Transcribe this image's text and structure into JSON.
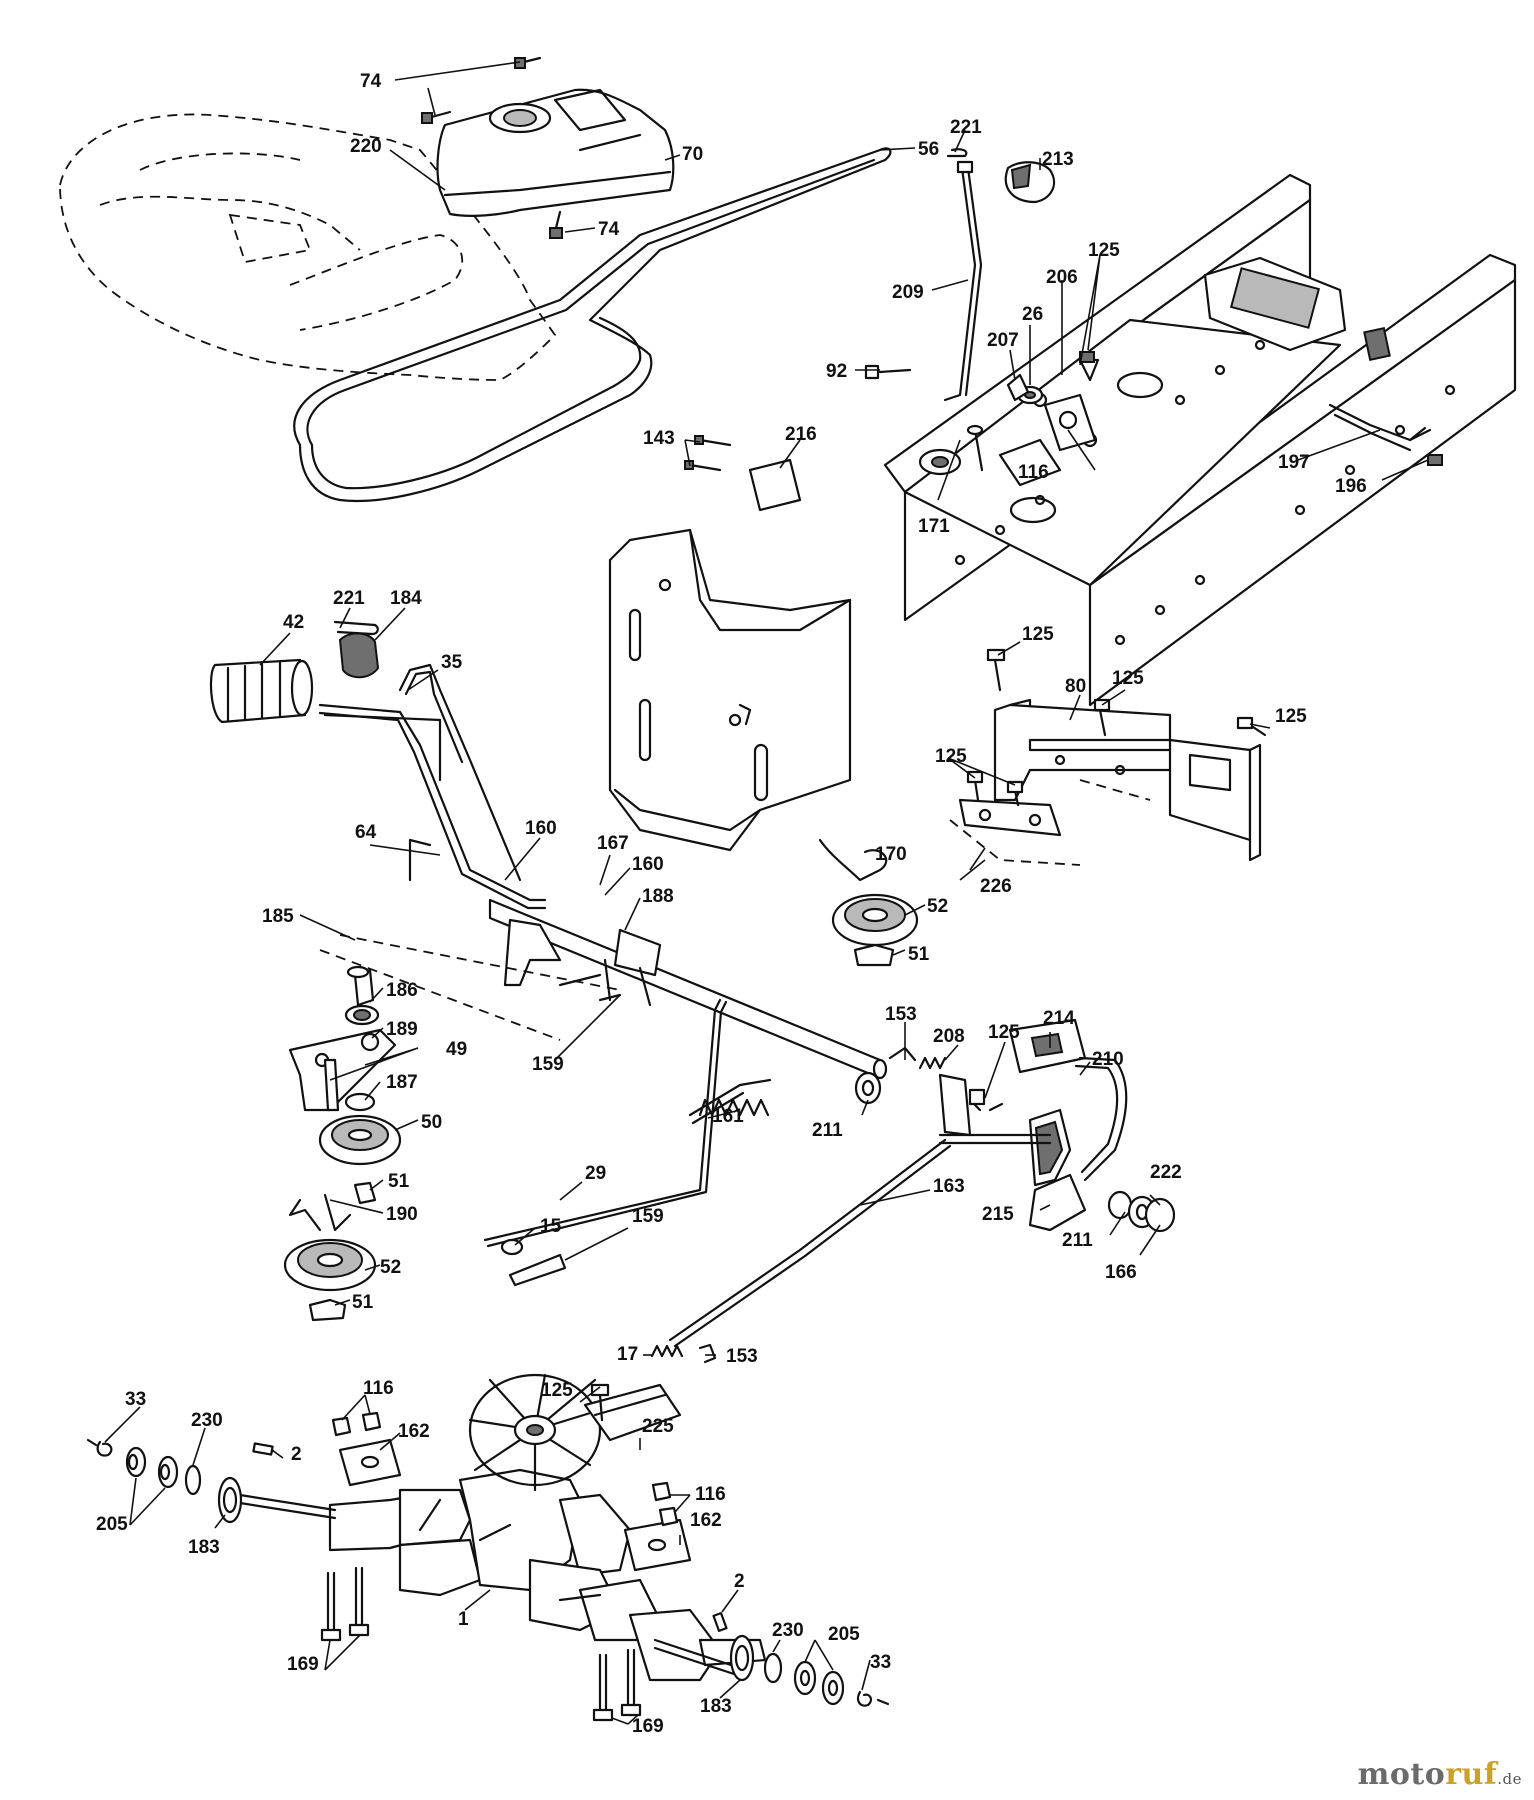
{
  "callouts": [
    {
      "id": "c74a",
      "label": "74"
    },
    {
      "id": "c220",
      "label": "220"
    },
    {
      "id": "c70",
      "label": "70"
    },
    {
      "id": "c74b",
      "label": "74"
    },
    {
      "id": "c56",
      "label": "56"
    },
    {
      "id": "c221a",
      "label": "221"
    },
    {
      "id": "c213",
      "label": "213"
    },
    {
      "id": "c125a",
      "label": "125"
    },
    {
      "id": "c206",
      "label": "206"
    },
    {
      "id": "c26",
      "label": "26"
    },
    {
      "id": "c209",
      "label": "209"
    },
    {
      "id": "c207",
      "label": "207"
    },
    {
      "id": "c92",
      "label": "92"
    },
    {
      "id": "c216",
      "label": "216"
    },
    {
      "id": "c143",
      "label": "143"
    },
    {
      "id": "c116a",
      "label": "116"
    },
    {
      "id": "c171",
      "label": "171"
    },
    {
      "id": "c197",
      "label": "197"
    },
    {
      "id": "c196",
      "label": "196"
    },
    {
      "id": "c221b",
      "label": "221"
    },
    {
      "id": "c184",
      "label": "184"
    },
    {
      "id": "c42",
      "label": "42"
    },
    {
      "id": "c35",
      "label": "35"
    },
    {
      "id": "c125b",
      "label": "125"
    },
    {
      "id": "c80",
      "label": "80"
    },
    {
      "id": "c125c",
      "label": "125"
    },
    {
      "id": "c125d",
      "label": "125"
    },
    {
      "id": "c125e",
      "label": "125"
    },
    {
      "id": "c64",
      "label": "64"
    },
    {
      "id": "c160a",
      "label": "160"
    },
    {
      "id": "c167",
      "label": "167"
    },
    {
      "id": "c160b",
      "label": "160"
    },
    {
      "id": "c170",
      "label": "170"
    },
    {
      "id": "c188",
      "label": "188"
    },
    {
      "id": "c226",
      "label": "226"
    },
    {
      "id": "c52a",
      "label": "52"
    },
    {
      "id": "c185",
      "label": "185"
    },
    {
      "id": "c51a",
      "label": "51"
    },
    {
      "id": "c186",
      "label": "186"
    },
    {
      "id": "c189",
      "label": "189"
    },
    {
      "id": "c49",
      "label": "49"
    },
    {
      "id": "c159a",
      "label": "159"
    },
    {
      "id": "c153a",
      "label": "153"
    },
    {
      "id": "c214",
      "label": "214"
    },
    {
      "id": "c208",
      "label": "208"
    },
    {
      "id": "c125f",
      "label": "125"
    },
    {
      "id": "c210",
      "label": "210"
    },
    {
      "id": "c187",
      "label": "187"
    },
    {
      "id": "c50",
      "label": "50"
    },
    {
      "id": "c211a",
      "label": "211"
    },
    {
      "id": "c161",
      "label": "161"
    },
    {
      "id": "c51b",
      "label": "51"
    },
    {
      "id": "c29",
      "label": "29"
    },
    {
      "id": "c163",
      "label": "163"
    },
    {
      "id": "c222",
      "label": "222"
    },
    {
      "id": "c190",
      "label": "190"
    },
    {
      "id": "c15",
      "label": "15"
    },
    {
      "id": "c159b",
      "label": "159"
    },
    {
      "id": "c215",
      "label": "215"
    },
    {
      "id": "c211b",
      "label": "211"
    },
    {
      "id": "c52b",
      "label": "52"
    },
    {
      "id": "c166",
      "label": "166"
    },
    {
      "id": "c51c",
      "label": "51"
    },
    {
      "id": "c17",
      "label": "17"
    },
    {
      "id": "c153b",
      "label": "153"
    },
    {
      "id": "c33a",
      "label": "33"
    },
    {
      "id": "c116b",
      "label": "116"
    },
    {
      "id": "c125g",
      "label": "125"
    },
    {
      "id": "c162a",
      "label": "162"
    },
    {
      "id": "c225",
      "label": "225"
    },
    {
      "id": "c230a",
      "label": "230"
    },
    {
      "id": "c2a",
      "label": "2"
    },
    {
      "id": "c205a",
      "label": "205"
    },
    {
      "id": "c116c",
      "label": "116"
    },
    {
      "id": "c183a",
      "label": "183"
    },
    {
      "id": "c162b",
      "label": "162"
    },
    {
      "id": "c1",
      "label": "1"
    },
    {
      "id": "c2b",
      "label": "2"
    },
    {
      "id": "c169a",
      "label": "169"
    },
    {
      "id": "c230b",
      "label": "230"
    },
    {
      "id": "c205b",
      "label": "205"
    },
    {
      "id": "c33b",
      "label": "33"
    },
    {
      "id": "c183b",
      "label": "183"
    },
    {
      "id": "c169b",
      "label": "169"
    }
  ],
  "watermark": {
    "part1": "moto",
    "part2": "ruf",
    "part3": ".de"
  }
}
